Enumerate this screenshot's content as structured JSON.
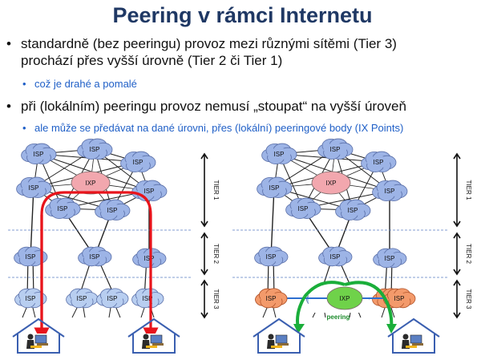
{
  "title": "Peering v rámci Internetu",
  "bullets": [
    {
      "line1": "standardně (bez peeringu) provoz mezi různými sítěmi (Tier 3)",
      "line2": "prochází přes vyšší úrovně (Tier 2 či Tier 1)",
      "sub": "což je drahé a pomalé"
    },
    {
      "line1": "při (lokálním) peeringu provoz nemusí „stoupat“ na vyšší úroveň",
      "sub": "ale může se předávat na dané úrovni, přes (lokální) peeringové body (IX Points)"
    }
  ],
  "diagram": {
    "isp_label": "ISP",
    "ixp_label": "IXP",
    "tier_labels": [
      "TIER 1",
      "TIER 2",
      "TIER 3"
    ],
    "peering_label": "peering",
    "colors": {
      "cloud_blue": "#9db4e6",
      "cloud_stroke": "#5a6fa8",
      "ixp_pink": "#f2a7ae",
      "ixp_green": "#6fd24a",
      "isp_orange": "#f39a6b",
      "red_arrow": "#e8141b",
      "green_arrow": "#1aae3a",
      "peer_link": "#2d6fd0",
      "tier_divider": "#5b7fc2"
    }
  }
}
